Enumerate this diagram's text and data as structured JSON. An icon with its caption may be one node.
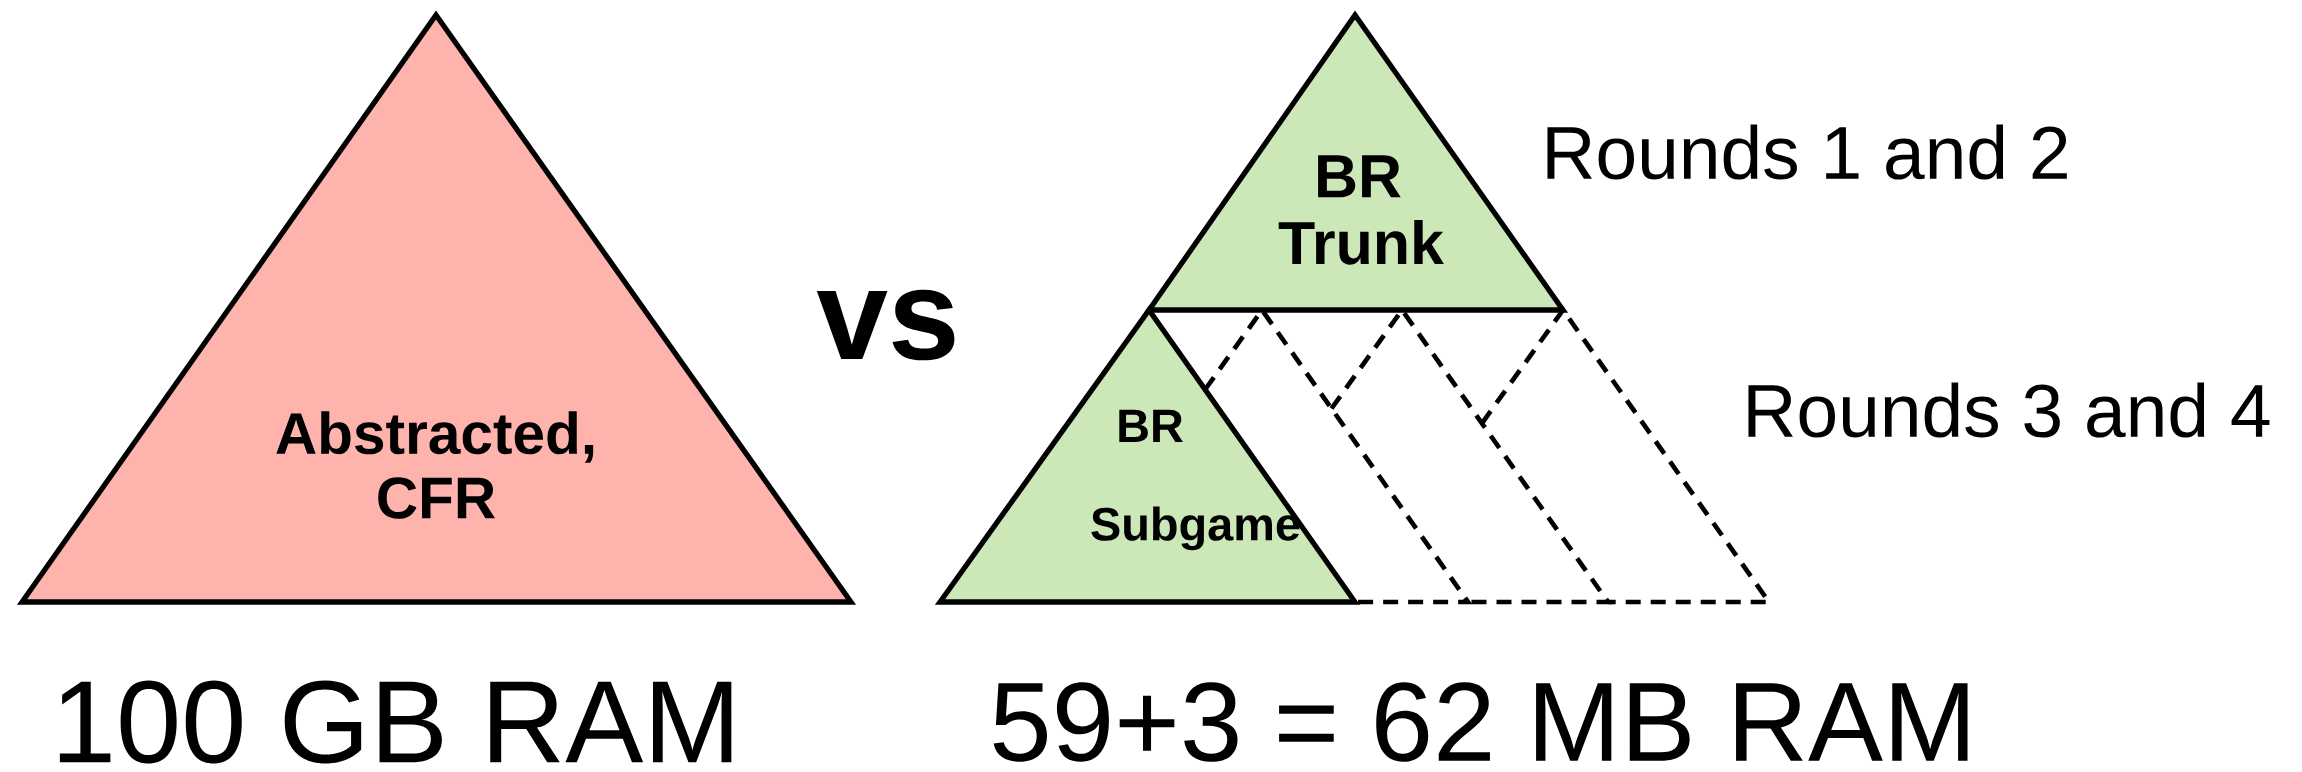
{
  "diagram": {
    "nodes": [
      {
        "text": [
          "Abstracted, CFR"
        ]
      },
      {
        "text": [
          "BR Trunk"
        ]
      },
      {
        "text": [
          "BR Subgame"
        ]
      },
      {
        "text": [],
        "shape": "triangle"
      },
      {
        "text": [],
        "shape": "triangle"
      },
      {
        "text": [],
        "shape": "triangle"
      }
    ],
    "labels": [
      "vs",
      "Rounds 1 and 2",
      "Rounds 3 and 4",
      "100 GB RAM",
      "59+3 = 62 MB RAM"
    ]
  }
}
